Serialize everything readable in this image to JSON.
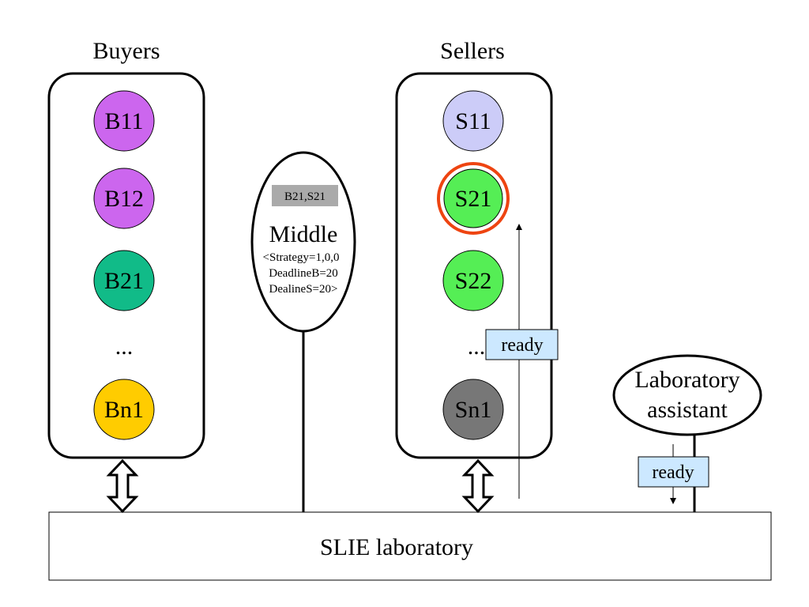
{
  "groups": {
    "buyers": {
      "title": "Buyers"
    },
    "sellers": {
      "title": "Sellers"
    }
  },
  "buyers": [
    {
      "label": "B11",
      "color": "#cc66ee"
    },
    {
      "label": "B12",
      "color": "#cc66ee"
    },
    {
      "label": "B21",
      "color": "#11bb88"
    },
    {
      "label": "...",
      "color": null
    },
    {
      "label": "Bn1",
      "color": "#ffcc00"
    }
  ],
  "sellers": [
    {
      "label": "S11",
      "color": "#ccccf8"
    },
    {
      "label": "S21",
      "color": "#55ee55",
      "highlight_color": "#ee4411"
    },
    {
      "label": "S22",
      "color": "#55ee55"
    },
    {
      "label": "...",
      "color": null
    },
    {
      "label": "Sn1",
      "color": "#777777"
    }
  ],
  "middle": {
    "pair_badge": "B21,S21",
    "pair_badge_color": "#aaaaaa",
    "title": "Middle",
    "details": [
      "<Strategy=1,0,0",
      "DeadlineB=20",
      "DealineS=20>"
    ]
  },
  "ready_labels": {
    "sellers": "ready",
    "assistant": "ready"
  },
  "ready_color": "#cce8ff",
  "assistant": {
    "line1": "Laboratory",
    "line2": "assistant"
  },
  "laboratory": {
    "label": "SLIE laboratory"
  }
}
